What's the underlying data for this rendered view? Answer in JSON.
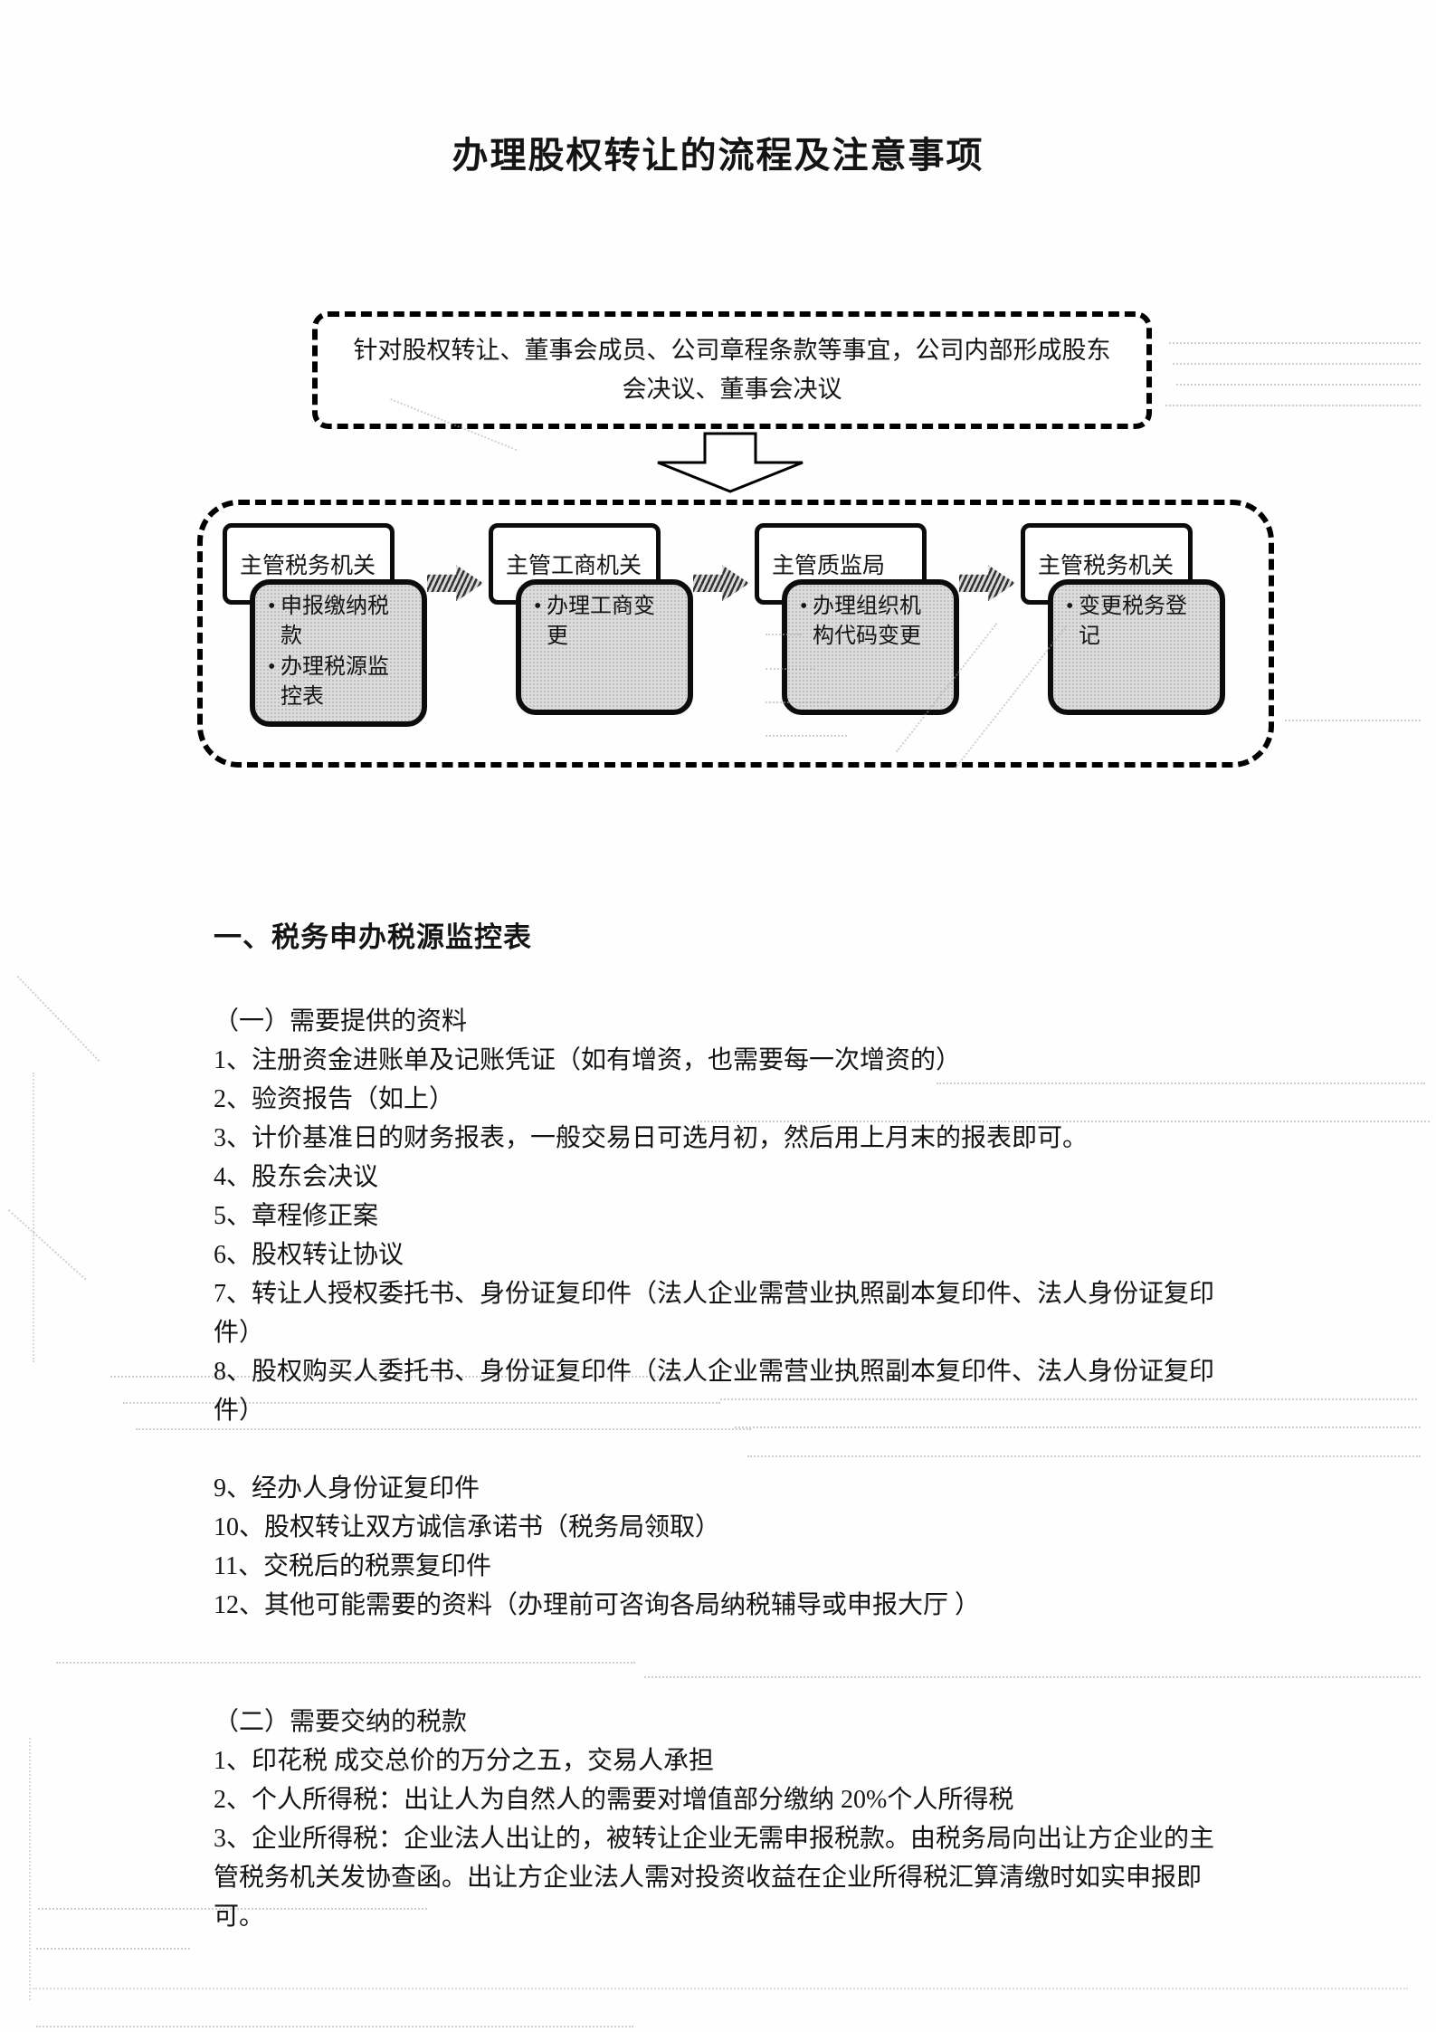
{
  "colors": {
    "ink": "#141414",
    "box_border": "#0c0c0c",
    "stage_body_fill": "#dcdcdc",
    "arrow_stripe_dark": "#333333",
    "arrow_stripe_light": "#d8d8d8",
    "page_bg": "#fefefe"
  },
  "title": "办理股权转让的流程及注意事项",
  "flowchart": {
    "intro": "针对股权转让、董事会成员、公司章程条款等事宜，公司内部形成股东会决议、董事会决议",
    "icons": {
      "down_arrow": "hollow-down-block-arrow",
      "stage_arrow": "striped-right-block-arrow"
    },
    "stages": [
      {
        "header": "主管税务机关",
        "bullets": [
          "申报缴纳税款",
          "办理税源监控表"
        ]
      },
      {
        "header": "主管工商机关",
        "bullets": [
          "办理工商变更"
        ]
      },
      {
        "header": "主管质监局",
        "bullets": [
          "办理组织机构代码变更"
        ]
      },
      {
        "header": "主管税务机关",
        "bullets": [
          "变更税务登记"
        ]
      }
    ]
  },
  "main": {
    "section_heading": "一、税务申办税源监控表",
    "sub1": {
      "heading": "（一）需要提供的资料",
      "items": [
        "1、注册资金进账单及记账凭证（如有增资，也需要每一次增资的）",
        "2、验资报告（如上）",
        "3、计价基准日的财务报表，一般交易日可选月初，然后用上月末的报表即可。",
        "4、股东会决议",
        "5、章程修正案",
        "6、股权转让协议",
        "7、转让人授权委托书、身份证复印件（法人企业需营业执照副本复印件、法人身份证复印件）",
        "8、股权购买人委托书、身份证复印件（法人企业需营业执照副本复印件、法人身份证复印件）",
        "9、经办人身份证复印件",
        "10、股权转让双方诚信承诺书（税务局领取）",
        "11、交税后的税票复印件",
        "12、其他可能需要的资料（办理前可咨询各局纳税辅导或申报大厅 ）"
      ]
    },
    "sub2": {
      "heading": "（二）需要交纳的税款",
      "items": [
        "1、印花税 成交总价的万分之五，交易人承担",
        "2、个人所得税：出让人为自然人的需要对增值部分缴纳 20%个人所得税",
        "3、企业所得税：企业法人出让的，被转让企业无需申报税款。由税务局向出让方企业的主管税务机关发协查函。出让方企业法人需对投资收益在企业所得税汇算清缴时如实申报即可。"
      ]
    }
  }
}
